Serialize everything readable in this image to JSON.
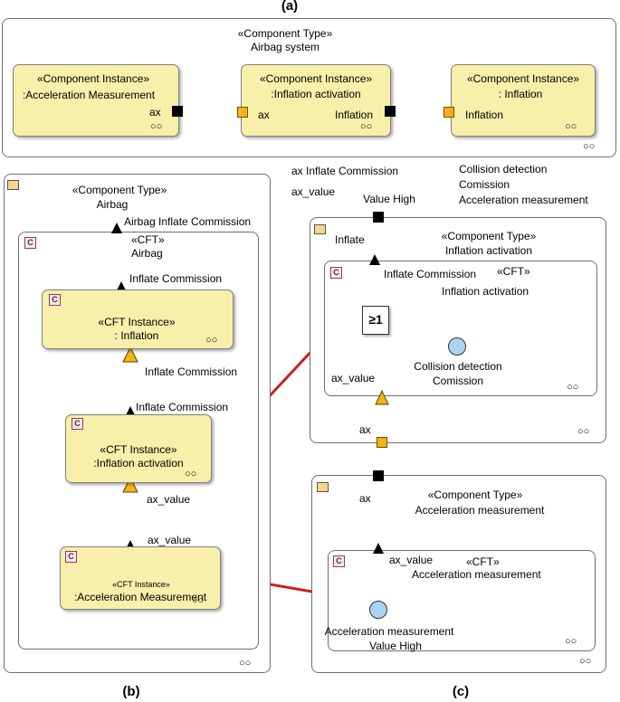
{
  "labels": {
    "a": "(a)",
    "b": "(b)",
    "c": "(c)"
  },
  "panel_a": {
    "stereotype": "«Component Type»",
    "name": "Airbag system",
    "instances": [
      {
        "stereotype": "«Component Instance»",
        "name": ":Acceleration  Measurement",
        "port_label": "ax"
      },
      {
        "stereotype": "«Component Instance»",
        "name": ":Inflation activation",
        "in_label": "ax",
        "out_label": "Inflation"
      },
      {
        "stereotype": "«Component Instance»",
        "name": ": Inflation",
        "in_label": "Inflation"
      }
    ]
  },
  "panel_b": {
    "stereotype": "«Component Type»",
    "name": "Airbag",
    "top_label": "Airbag Inflate Commission",
    "cft": {
      "stereotype": "«CFT»",
      "name": "Airbag"
    },
    "label_inflate_commission_1": "Inflate Commission",
    "inst_inflation": {
      "stereotype": "«CFT Instance»",
      "name": ": Inflation"
    },
    "label_inflate_commission_2": "Inflate Commission",
    "label_inflate_commission_3": "Inflate Commission",
    "inst_activation": {
      "stereotype": "«CFT Instance»",
      "name": ":Inflation activation"
    },
    "label_ax_value_1": "ax_value",
    "label_ax_value_2": "ax_value",
    "inst_measurement": {
      "stereotype": "«CFT Instance»",
      "name": ":Acceleration  Measurement"
    }
  },
  "panel_c_top": {
    "ax_inflate": "ax Inflate Commission",
    "ax_value": "ax_value",
    "collision": "Collision detection",
    "comission": "Comission",
    "accel": "Acceleration measurement",
    "value_high": "Value High",
    "inflate_port": "Inflate",
    "stereotype": "«Component Type»",
    "name": "Inflation activation",
    "cft_stereotype": "«CFT»",
    "cft_name": "Inflation activation",
    "inflate_commission": "Inflate Commission",
    "gate": "≥1",
    "event_line1": "Collision detection",
    "event_line2": "Comission",
    "ax_value_in": "ax_value",
    "ax_port": "ax"
  },
  "panel_c_bottom": {
    "ax_port": "ax",
    "stereotype": "«Component Type»",
    "name": "Acceleration measurement",
    "ax_value": "ax_value",
    "cft_stereotype": "«CFT»",
    "cft_name": "Acceleration measurement",
    "event_line1": "Acceleration measurement",
    "event_line2": "Value High"
  },
  "colors": {
    "instance_fill": "#f8efaa",
    "port_yellow": "#f2b417",
    "event_fill": "#a9d4f5",
    "trace_line": "#d21c1c"
  }
}
